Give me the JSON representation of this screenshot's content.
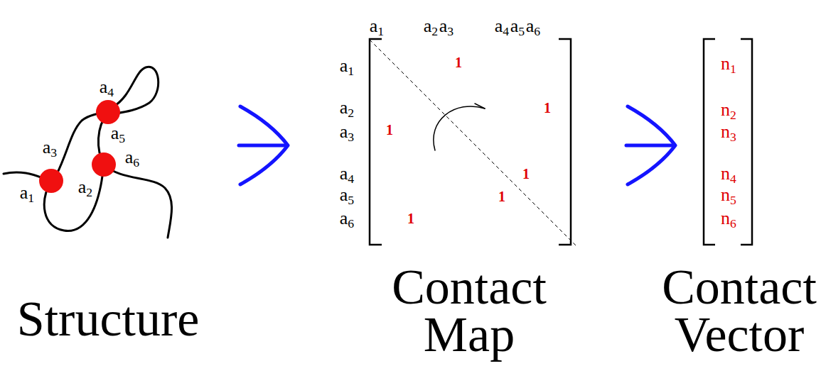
{
  "diagram": {
    "labels": [
      "a4",
      "a5",
      "a3",
      "a6",
      "a1",
      "a2",
      "a1",
      "a2",
      "a3",
      "a4",
      "a5",
      "a6",
      "a1",
      "a2",
      "a3",
      "a4",
      "a5",
      "a6",
      "1",
      "1",
      "1",
      "1",
      "1",
      "1",
      "n1",
      "n2",
      "n3",
      "n4",
      "n5",
      "n6",
      "Structure",
      "Contact Map",
      "Contact Vector"
    ]
  }
}
